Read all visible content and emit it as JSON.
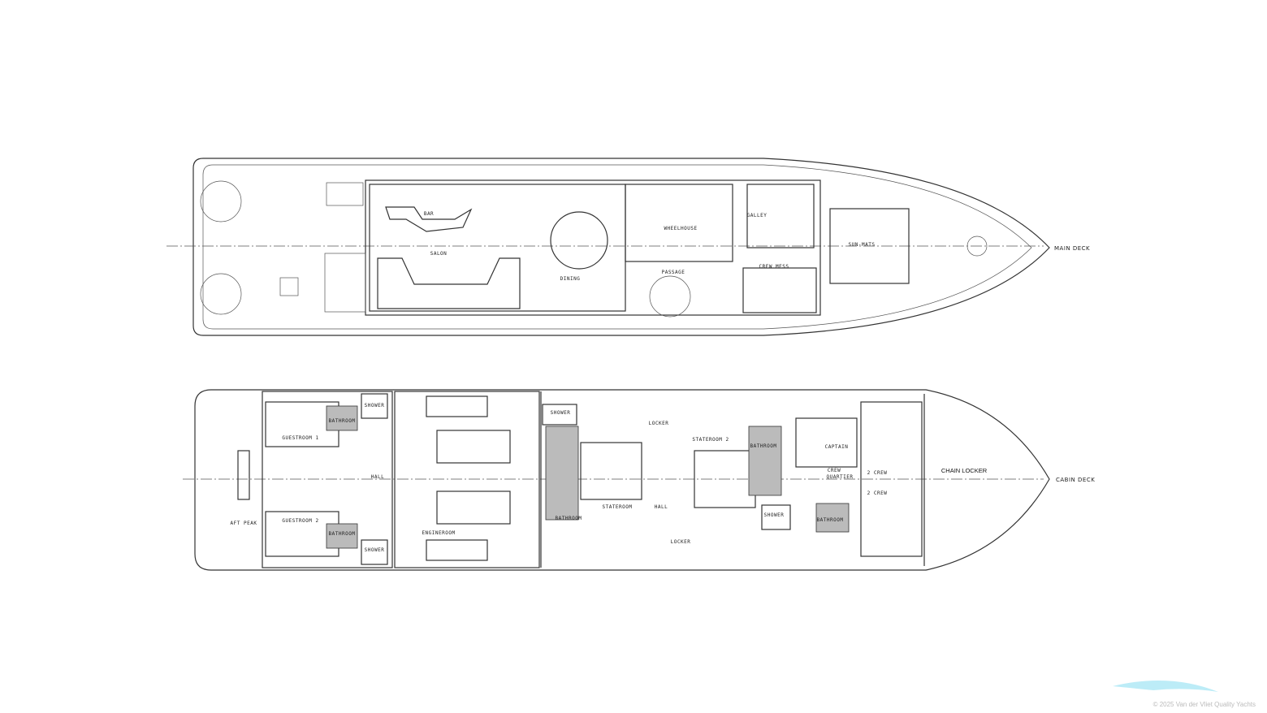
{
  "main_deck": {
    "title": "MAIN DECK",
    "rooms": {
      "bar": "BAR",
      "salon": "SALON",
      "dining": "DINING",
      "wheelhouse": "WHEELHOUSE",
      "passage": "PASSAGE",
      "galley": "GALLEY",
      "crew_mess": "CREW MESS",
      "sun_mats": "SUN-MATS"
    }
  },
  "cabin_deck": {
    "title": "CABIN DECK",
    "rooms": {
      "aft_peak": "AFT PEAK",
      "guestroom_1": "GUESTROOM 1",
      "guestroom_2": "GUESTROOM 2",
      "bathroom_guest_1": "BATHROOM",
      "bathroom_guest_2": "BATHROOM",
      "shower_guest_1": "SHOWER",
      "shower_guest_2": "SHOWER",
      "hall_aft": "HALL",
      "engineroom": "ENGINEROOM",
      "shower_master": "SHOWER",
      "bathroom_master": "BATHROOM",
      "stateroom": "STATEROOM",
      "locker_1": "LOCKER",
      "hall_fwd": "HALL",
      "locker_2": "LOCKER",
      "stateroom_2": "STATEROOM 2",
      "bathroom_stateroom_2": "BATHROOM",
      "shower_stateroom_2": "SHOWER",
      "captain": "CAPTAIN",
      "crew_quartier_1": "CREW",
      "crew_quartier_2": "QUARTIER",
      "crew_a": "2 CREW",
      "crew_b": "2 CREW",
      "bathroom_crew": "BATHROOM",
      "chain_locker": "CHAIN LOCKER"
    }
  },
  "watermark": {
    "text": "© 2025 Van der Vliet Quality Yachts",
    "color": "#5fd0ea"
  }
}
